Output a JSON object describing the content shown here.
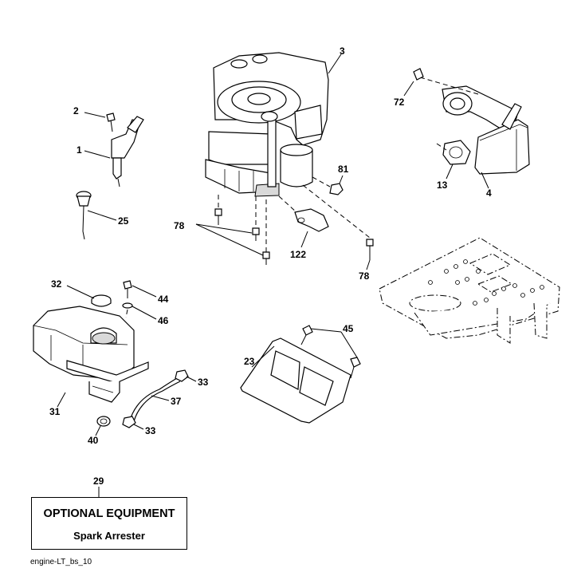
{
  "labels": {
    "p1": "1",
    "p2": "2",
    "p3": "3",
    "p4": "4",
    "p13": "13",
    "p23": "23",
    "p25": "25",
    "p29": "29",
    "p31": "31",
    "p32": "32",
    "p33a": "33",
    "p33b": "33",
    "p37": "37",
    "p40": "40",
    "p44": "44",
    "p45": "45",
    "p46": "46",
    "p72": "72",
    "p78a": "78",
    "p78b": "78",
    "p81": "81",
    "p122": "122"
  },
  "optional_box": {
    "title": "OPTIONAL EQUIPMENT",
    "subtitle": "Spark Arrester"
  },
  "caption": "engine-LT_bs_10"
}
